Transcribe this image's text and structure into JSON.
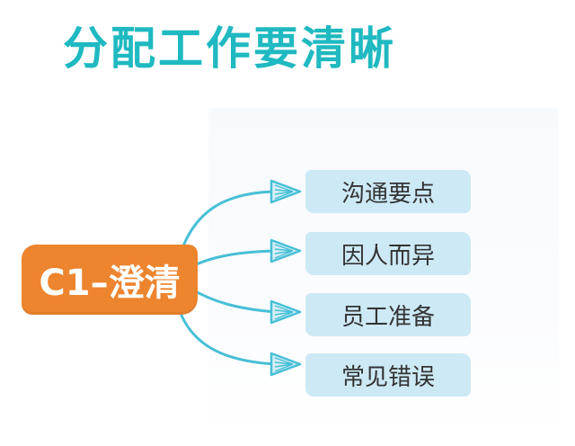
{
  "title": "分配工作要清晰",
  "center_node": {
    "label": "C1–澄清"
  },
  "branches": [
    {
      "label": "沟通要点"
    },
    {
      "label": "因人而异"
    },
    {
      "label": "员工准备"
    },
    {
      "label": "常见错误"
    }
  ],
  "colors": {
    "title": "#1fb9c1",
    "center_fill": "#ed842e",
    "center_text": "#ffffff",
    "branch_fill": "#cde9f6",
    "branch_text": "#333333",
    "connector": "#46bfd6"
  }
}
